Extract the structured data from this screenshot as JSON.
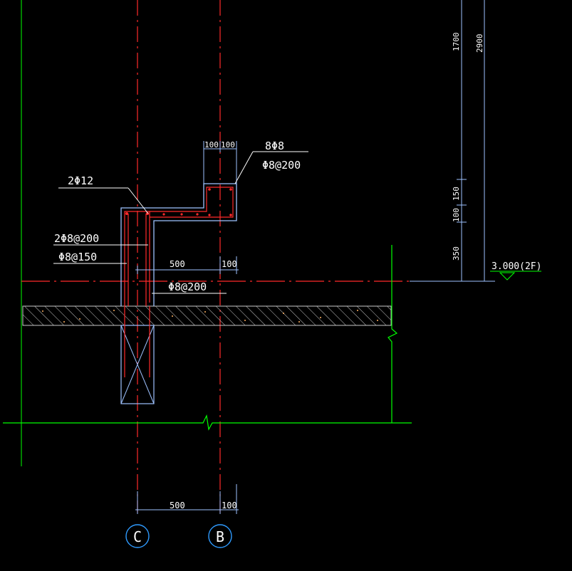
{
  "colors": {
    "background": "#000000",
    "axis": "#ff2a2a",
    "outline": "#9ec2ff",
    "dimension": "#9ec2ff",
    "ground": "#00ff00",
    "rebar": "#ff2a2a",
    "leader": "#ffffff",
    "label": "#ffffff",
    "elevation": "#00ff00",
    "bubble": "#2f9bff"
  },
  "rebar_labels": {
    "top_right_main": "8Φ8",
    "top_right_stirrup": "Φ8@200",
    "left_corner": "2Φ12",
    "left_web": "2Φ8@200",
    "left_stirrup": "Φ8@150",
    "slab": "Φ8@200"
  },
  "dimensions": {
    "top_width_1": "100",
    "top_width_2": "100",
    "mid_span": "500",
    "mid_offset": "100",
    "bottom_span": "500",
    "bottom_offset": "100",
    "vert_1700": "1700",
    "vert_2900": "2900",
    "vert_150": "150",
    "vert_100": "100",
    "vert_350": "350"
  },
  "elevation": {
    "label": "3.000(2F)"
  },
  "axes": {
    "left": "C",
    "right": "B"
  }
}
